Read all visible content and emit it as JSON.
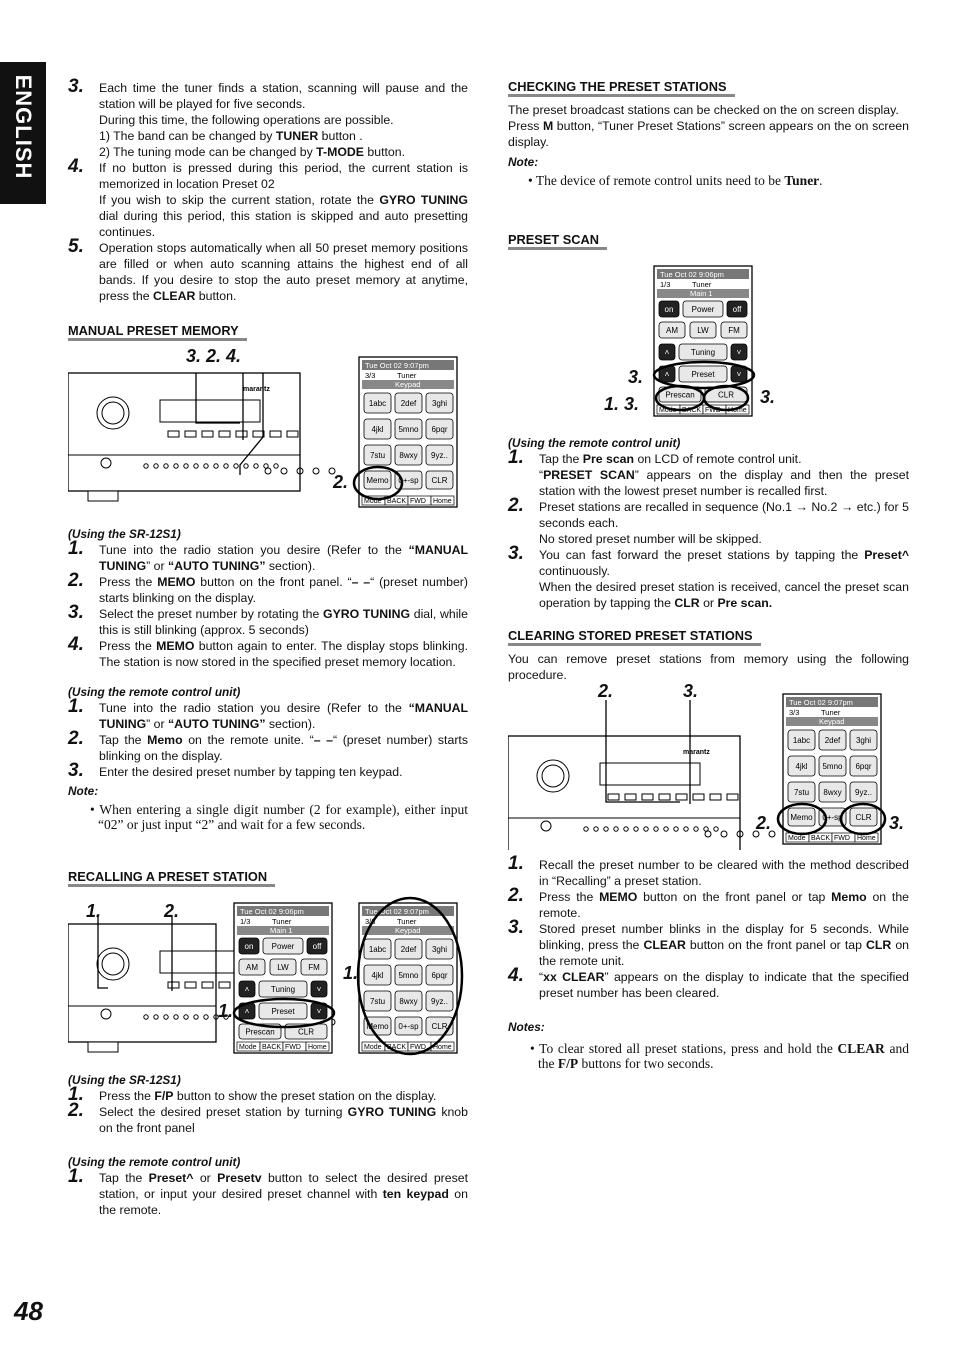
{
  "sidebar": {
    "language": "ENGLISH"
  },
  "page_number": "48",
  "left": {
    "auto": [
      {
        "num": "3.",
        "lines": [
          "Each time the tuner finds a station, scanning will pause and the station will be played for five seconds.",
          "During this time, the following operations are possible.",
          "1) The band can be changed by |TUNER| button .",
          "2) The tuning mode can be changed by |T-MODE| button."
        ]
      },
      {
        "num": "4.",
        "lines": [
          "If no button is pressed during this period, the current station is memorized in location Preset 02",
          "If you wish to skip the current station, rotate the |GYRO TUNING| dial during this period, this station is skipped and auto presetting continues."
        ]
      },
      {
        "num": "5.",
        "lines": [
          "Operation stops automatically when all 50 preset memory positions are filled or when auto scanning attains the highest end of all bands. If you desire to stop the auto preset memory at anytime, press the |CLEAR| button."
        ]
      }
    ],
    "manual_heading": "MANUAL PRESET MEMORY",
    "fig1_callouts": {
      "top": "3.   2. 4.",
      "side": "2."
    },
    "sr_sub": "(Using the SR-12S1)",
    "sr_steps": [
      {
        "num": "1.",
        "text": "Tune into the radio station you desire (Refer to the |“MANUAL TUNING|” or |“AUTO TUNING”| section)."
      },
      {
        "num": "2.",
        "text": "Press the |MEMO| button on the front panel. “|– –|“ (preset number) starts blinking on the display."
      },
      {
        "num": "3.",
        "text": "Select the preset number by rotating the |GYRO TUNING| dial, while this is still blinking (approx. 5 seconds)"
      },
      {
        "num": "4.",
        "text": "Press the |MEMO| button again to enter. The display stops blinking. The station is now stored in the specified preset memory location."
      }
    ],
    "remote_sub": "(Using the remote control unit)",
    "remote_steps": [
      {
        "num": "1.",
        "text": "Tune into the radio station you desire (Refer to the |“MANUAL TUNING|” or |“AUTO TUNING”| section)."
      },
      {
        "num": "2.",
        "text": "Tap the |Memo| on the remote unite. “|– –|“  (preset number) starts blinking on the display."
      },
      {
        "num": "3.",
        "text": "Enter the desired preset number by tapping ten keypad."
      }
    ],
    "note_label": "Note:",
    "note_text": "• When entering a single digit number (2 for example), either input “02” or just input “2” and wait for a few seconds.",
    "recall_heading": "RECALLING A PRESET STATION",
    "fig2_callouts": {
      "top1": "1.",
      "top2": "2.",
      "r1": "1.",
      "r2": "1."
    },
    "recall_sr_sub": "(Using the SR-12S1)",
    "recall_sr_steps": [
      {
        "num": "1.",
        "text": "Press the |F/P| button to show the preset station on the display."
      },
      {
        "num": "2.",
        "text": "Select the desired preset station by turning |GYRO TUNING| knob on the front panel"
      }
    ],
    "recall_remote_sub": "(Using the remote control unit)",
    "recall_remote_steps": [
      {
        "num": "1.",
        "text": "Tap the |Preset^| or |Presetv| button to select the desired preset station, or input your desired preset channel with |ten keypad| on the remote."
      }
    ]
  },
  "right": {
    "check_heading": "CHECKING THE PRESET STATIONS",
    "check_text1": "The preset broadcast stations can be checked on the on screen display.",
    "check_text2": "Press |M| button, “Tuner Preset Stations” screen appears on the on screen display.",
    "check_note_label": "Note:",
    "check_note": "• The device of remote control units need to be |Tuner|.",
    "scan_heading": "PRESET SCAN",
    "fig3_callouts": {
      "a": "3.",
      "b": "1. 3.",
      "c": "3."
    },
    "scan_sub": "(Using the remote control unit)",
    "scan_steps": [
      {
        "num": "1.",
        "text": "Tap the |Pre scan| on LCD of remote control unit.\n“|PRESET SCAN|” appears on the display and then the preset station with the lowest preset number is recalled first."
      },
      {
        "num": "2.",
        "text": "Preset stations are recalled in sequence (No.1 → No.2 → etc.) for 5 seconds each.\nNo stored preset number will be skipped."
      },
      {
        "num": "3.",
        "text": "You can fast forward the preset stations by tapping the |Preset^| continuously.\nWhen the desired preset station is received, cancel the preset scan operation by tapping the |CLR| or |Pre scan.|"
      }
    ],
    "clear_heading": "CLEARING STORED PRESET STATIONS",
    "clear_text": "You can remove preset stations from memory using the following procedure.",
    "fig4_callouts": {
      "t2": "2.",
      "t3": "3.",
      "s2": "2.",
      "s3": "3."
    },
    "clear_steps": [
      {
        "num": "1.",
        "text": "Recall the preset number to be cleared with the method described in “Recalling” a preset station."
      },
      {
        "num": "2.",
        "text": "Press the |MEMO| button on the front panel or tap |Memo| on the remote."
      },
      {
        "num": "3.",
        "text": "Stored preset number blinks in the display for 5 seconds. While blinking, press the |CLEAR| button on the front panel or tap |CLR| on the remote unit."
      },
      {
        "num": "4.",
        "text": "“|xx CLEAR|” appears on the display to indicate that the specified preset number has been cleared."
      }
    ],
    "notes_label": "Notes:",
    "notes_text": "• To clear stored all preset stations, press and hold the |CLEAR| and the |F/P| buttons for two seconds."
  },
  "remote_screens": {
    "status_a": "Tue Oct 02   9:06pm",
    "status_b": "Tue Oct 02   9:07pm",
    "page_a": "1/3",
    "page_b": "3/3",
    "tuner": "Tuner",
    "main": "Main 1",
    "keypad": "Keypad",
    "on": "on",
    "power": "Power",
    "off": "off",
    "am": "AM",
    "lw": "LW",
    "fm": "FM",
    "tuning": "Tuning",
    "preset": "Preset",
    "prescan": "Prescan",
    "clr": "CLR",
    "keys": [
      "1abc",
      "2def",
      "3ghi",
      "4jkl",
      "5mno",
      "6pqr",
      "7stu",
      "8wxy",
      "9yz.."
    ],
    "memo": "Memo",
    "zero": "0+-sp",
    "bottom": [
      "Mode",
      "BACK",
      "FWD",
      "Home"
    ]
  },
  "receiver": {
    "brand": "marantz"
  }
}
